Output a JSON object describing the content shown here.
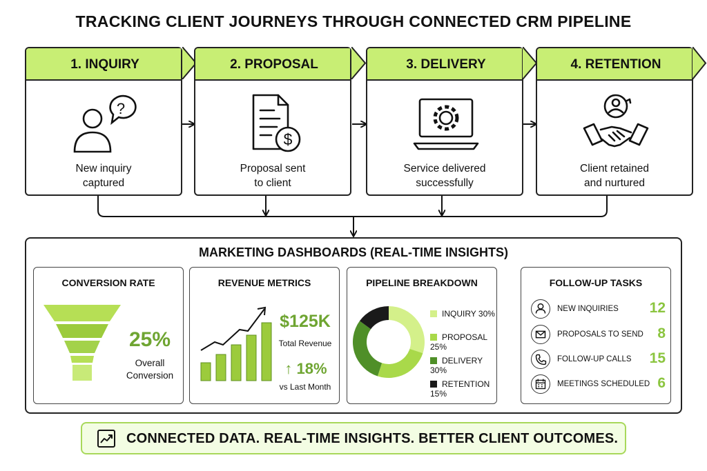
{
  "title": "TRACKING CLIENT JOURNEYS THROUGH CONNECTED CRM PIPELINE",
  "stages": [
    {
      "label": "1. INQUIRY",
      "line1": "New inquiry",
      "line2": "captured",
      "icon": "person-question-icon"
    },
    {
      "label": "2. PROPOSAL",
      "line1": "Proposal sent",
      "line2": "to client",
      "icon": "document-dollar-icon"
    },
    {
      "label": "3. DELIVERY",
      "line1": "Service delivered",
      "line2": "successfully",
      "icon": "laptop-gear-icon"
    },
    {
      "label": "4. RETENTION",
      "line1": "Client retained",
      "line2": "and nurtured",
      "icon": "handshake-icon"
    }
  ],
  "dashboard": {
    "title": "MARKETING DASHBOARDS (REAL-TIME INSIGHTS)",
    "conversion": {
      "title": "CONVERSION RATE",
      "value": "25%",
      "line1": "Overall",
      "line2": "Conversion",
      "icon": "funnel-icon"
    },
    "revenue": {
      "title": "REVENUE METRICS",
      "amount": "$125K",
      "amount_label": "Total Revenue",
      "growth": "18%",
      "growth_label": "vs Last Month",
      "icon": "bar-chart-trend-icon"
    },
    "pipeline": {
      "title": "PIPELINE BREAKDOWN",
      "legend": [
        {
          "label": "INQUIRY 30%",
          "value": 30,
          "color": "#d4f08a"
        },
        {
          "label": "PROPOSAL 25%",
          "value": 25,
          "color": "#a9d94a"
        },
        {
          "label": "DELIVERY 30%",
          "value": 30,
          "color": "#4f8f28"
        },
        {
          "label": "RETENTION 15%",
          "value": 15,
          "color": "#1a1a1a"
        }
      ]
    },
    "tasks": {
      "title": "FOLLOW-UP TASKS",
      "items": [
        {
          "label": "NEW INQUIRIES",
          "count": "12",
          "icon": "user-icon"
        },
        {
          "label": "PROPOSALS TO SEND",
          "count": "8",
          "icon": "envelope-icon"
        },
        {
          "label": "FOLLOW-UP CALLS",
          "count": "15",
          "icon": "phone-icon"
        },
        {
          "label": "MEETINGS SCHEDULED",
          "count": "6",
          "icon": "calendar-icon"
        }
      ]
    }
  },
  "footer": {
    "text": "CONNECTED DATA. REAL-TIME INSIGHTS. BETTER CLIENT OUTCOMES.",
    "icon": "trend-chart-icon"
  },
  "colors": {
    "accent": "#c8ee74",
    "accent_dark": "#8bc53f",
    "footer_bg": "#f3fde3",
    "outline": "#222222"
  }
}
